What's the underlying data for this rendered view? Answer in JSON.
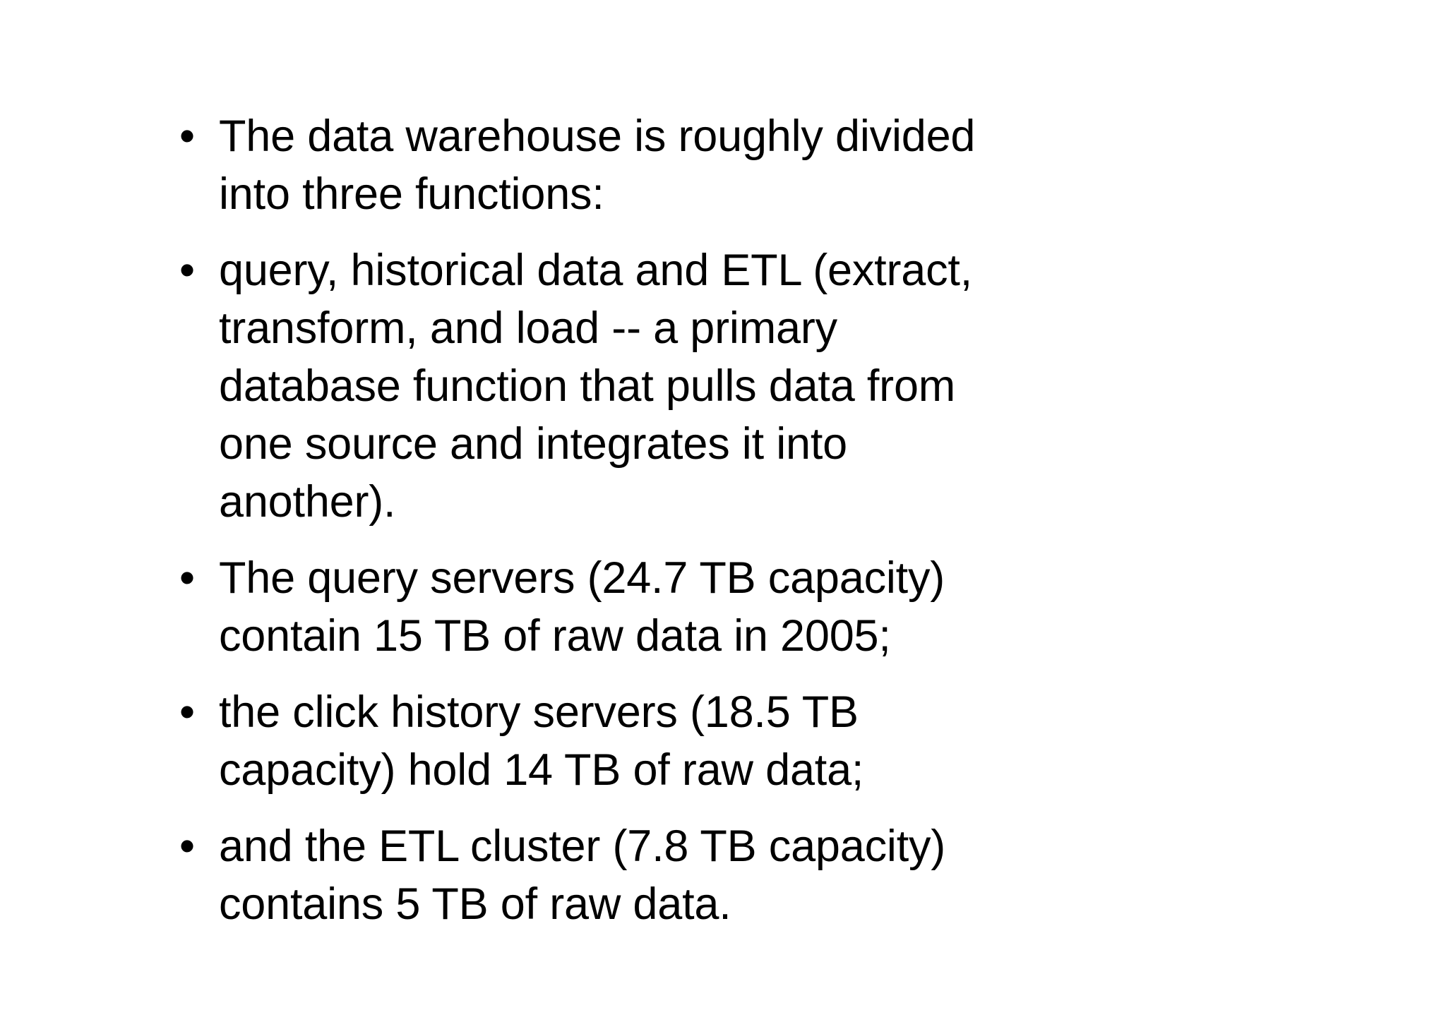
{
  "slide": {
    "background_color": "#ffffff",
    "text_color": "#000000",
    "bullet_glyph": "•",
    "bullets": [
      {
        "id": "bullet-warehouse-functions",
        "text": "The data warehouse is roughly divided into three functions:"
      },
      {
        "id": "bullet-etl-definition",
        "text": "query, historical data and ETL (extract, transform, and load -- a primary database function that pulls data from one source and integrates it into another)."
      },
      {
        "id": "bullet-query-servers",
        "text": "The query servers (24.7 TB capacity) contain 15 TB of raw data in 2005;"
      },
      {
        "id": "bullet-click-history-servers",
        "text": "the click history servers (18.5 TB capacity) hold 14 TB of raw data;"
      },
      {
        "id": "bullet-etl-cluster",
        "text": "and the ETL cluster (7.8 TB capacity) contains 5 TB of raw data."
      }
    ]
  }
}
